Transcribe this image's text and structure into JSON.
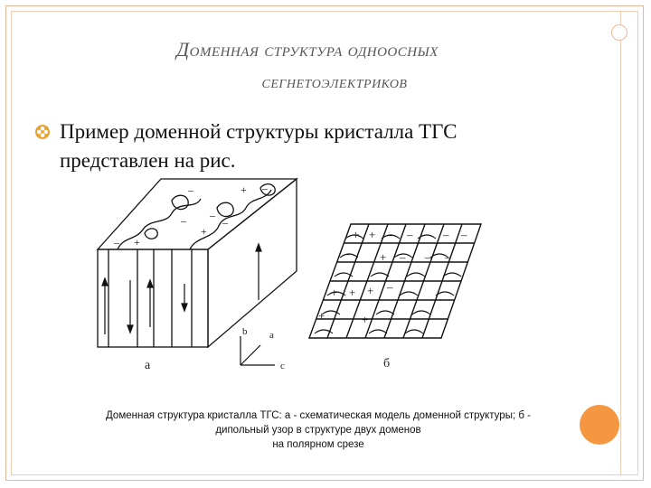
{
  "slide": {
    "title_line1": "Доменная структура одноосных",
    "title_line2": "сегнетоэлектриков",
    "body_line1": "Пример доменной структуры кристалла ТГС",
    "body_line2": "представлен на рис.",
    "bullet_icon": "flower-bullet-icon"
  },
  "figure": {
    "label_a": "а",
    "label_b": "б",
    "axis_b": "b",
    "axis_a": "a",
    "axis_c": "c"
  },
  "caption": {
    "line1": "Доменная структура кристалла ТГС: а - схематическая модель доменной структуры; б -",
    "line2": "дипольный узор в структуре двух доменов",
    "line3": "на полярном срезе"
  },
  "colors": {
    "frame": "#e8b89a",
    "accent_circle": "#f59640",
    "bullet": "#e8a030",
    "title": "#555555"
  }
}
